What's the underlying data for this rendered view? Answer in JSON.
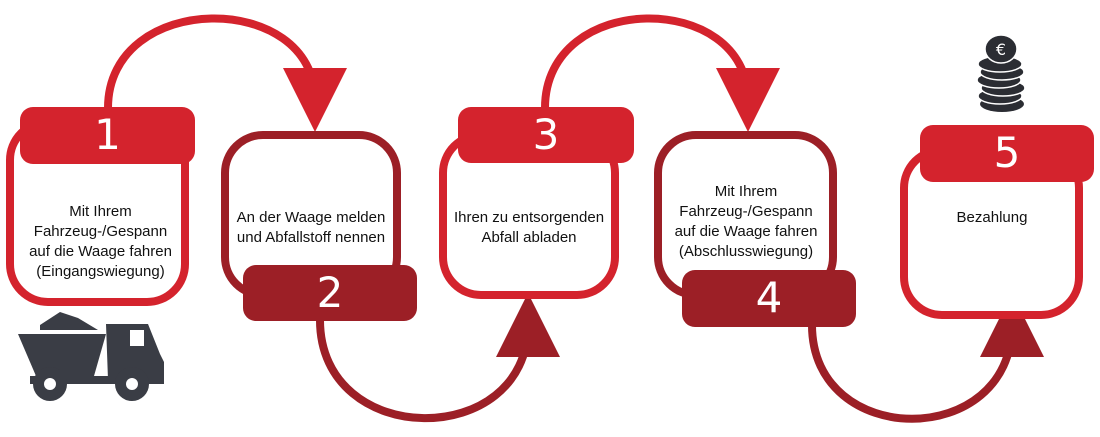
{
  "colors": {
    "red": "#d4232d",
    "dark_red": "#9c1f26",
    "icon_gray": "#3a3d45",
    "coin_dark": "#2b2d33"
  },
  "steps": [
    {
      "number": "1",
      "text": "Mit  Ihrem\nFahrzeug-/Gespann\nauf die Waage fahren\n(Eingangswiegung)",
      "color": "red"
    },
    {
      "number": "2",
      "text": "An der Waage melden\nund Abfallstoff nennen",
      "color": "dark_red"
    },
    {
      "number": "3",
      "text": "Ihren zu entsorgenden\nAbfall abladen",
      "color": "red"
    },
    {
      "number": "4",
      "text": "Mit  Ihrem\nFahrzeug-/Gespann\nauf die Waage fahren\n(Abschlusswiegung)",
      "color": "dark_red"
    },
    {
      "number": "5",
      "text": "Bezahlung",
      "color": "red"
    }
  ],
  "icons": {
    "truck": "dump-truck-icon",
    "coins": "euro-coin-stack-icon",
    "coin_symbol": "€"
  }
}
